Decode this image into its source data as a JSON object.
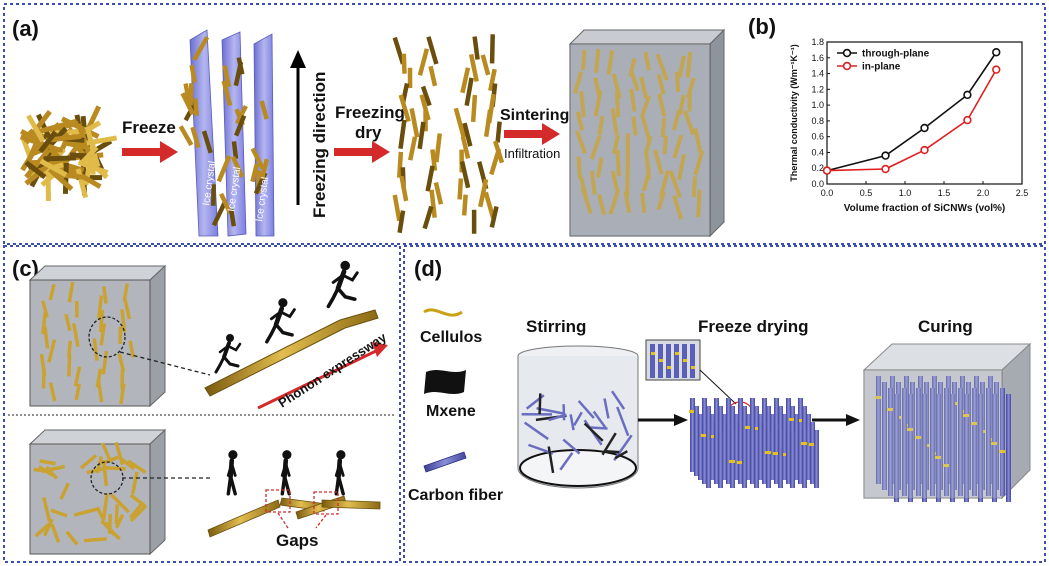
{
  "panel_a": {
    "tag": "(a)",
    "freeze": "Freeze",
    "ice_crystal": "Ice crystal",
    "freezing_direction": "Freezing direction",
    "freezing_dry_1": "Freezing",
    "freezing_dry_2": "dry",
    "sintering": "Sintering",
    "infiltration": "Infiltration"
  },
  "panel_b": {
    "tag": "(b)"
  },
  "panel_c": {
    "tag": "(c)",
    "phonon": "Phonon expressway",
    "gaps": "Gaps"
  },
  "panel_d": {
    "tag": "(d)",
    "stirring": "Stirring",
    "freeze_drying": "Freeze drying",
    "curing": "Curing",
    "cellulos": "Cellulos",
    "mxene": "Mxene",
    "carbon_fiber": "Carbon fiber"
  },
  "colors": {
    "frame": "#3a4fb0",
    "rod": "#c8a02a",
    "rod_dark": "#8a6a14",
    "arrow": "#d42a2a",
    "ice": "#8d8fe0",
    "box": "#9aa0a8",
    "fiber": "#5a5fb8",
    "series_black": "#111111",
    "series_red": "#e02020"
  },
  "chart_data": {
    "type": "line",
    "xlabel": "Volume fraction of SiCNWs (vol%)",
    "ylabel": "Thermal conductivity (Wm⁻¹K⁻¹)",
    "xlim": [
      0,
      2.5
    ],
    "ylim": [
      0,
      1.8
    ],
    "xticks": [
      "0.0",
      "0.5",
      "1.0",
      "1.5",
      "2.0",
      "2.5"
    ],
    "yticks": [
      "0.0",
      "0.2",
      "0.4",
      "0.6",
      "0.8",
      "1.0",
      "1.2",
      "1.4",
      "1.6",
      "1.8"
    ],
    "legend": "top-left",
    "series": [
      {
        "name": "through-plane",
        "color": "#111111",
        "x": [
          0,
          0.75,
          1.25,
          1.8,
          2.17
        ],
        "y": [
          0.17,
          0.36,
          0.71,
          1.13,
          1.67
        ]
      },
      {
        "name": "in-plane",
        "color": "#e02020",
        "x": [
          0,
          0.75,
          1.25,
          1.8,
          2.17
        ],
        "y": [
          0.17,
          0.19,
          0.43,
          0.81,
          1.45
        ]
      }
    ]
  }
}
